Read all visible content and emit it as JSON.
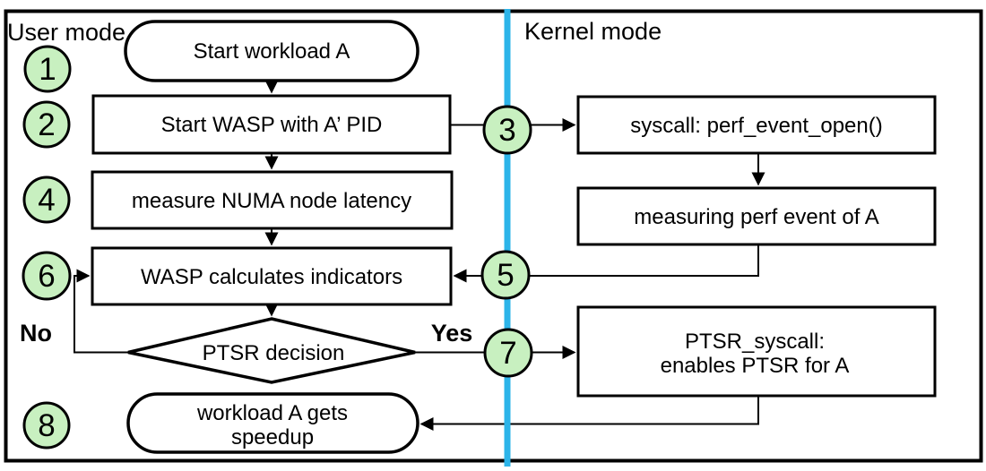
{
  "figure": {
    "type": "flowchart",
    "title": "WASP / PTSR workflow across user and kernel mode"
  },
  "regions": {
    "user_mode": "User mode",
    "kernel_mode": "Kernel mode"
  },
  "badges": {
    "s1": "1",
    "s2": "2",
    "s3": "3",
    "s4": "4",
    "s5": "5",
    "s6": "6",
    "s7": "7",
    "s8": "8"
  },
  "nodes": {
    "start_workload": "Start workload A",
    "start_wasp": "Start WASP with A’ PID",
    "syscall_open": "syscall: perf_event_open()",
    "measure_numa": "measure NUMA node latency",
    "measuring_perf": "measuring perf event of A",
    "wasp_calculates": "WASP calculates indicators",
    "ptsr_decision": "PTSR decision",
    "ptsr_syscall_line1": "PTSR_syscall:",
    "ptsr_syscall_line2": "enables PTSR for A",
    "speedup_line1": "workload A gets",
    "speedup_line2": "speedup"
  },
  "branch": {
    "no": "No",
    "yes": "Yes"
  },
  "colors": {
    "badge_fill": "#c8f0c0",
    "divider": "#2cb4e9",
    "node_fill": "#ffffff",
    "stroke": "#000000"
  }
}
